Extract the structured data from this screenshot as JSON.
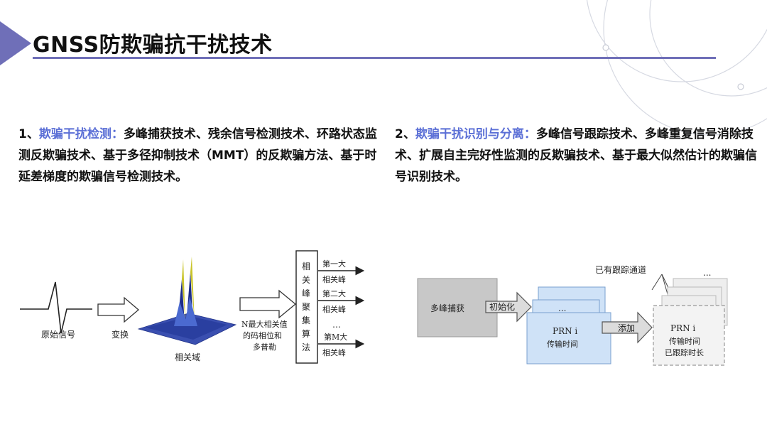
{
  "title": "GNSS防欺骗抗干扰技术",
  "points": [
    {
      "number": "1、",
      "heading": "欺骗干扰检测：",
      "body": "多峰捕获技术、残余信号检测技术、环路状态监测反欺骗技术、基于多径抑制技术（MMT）的反欺骗方法、基于时延差梯度的欺骗信号检测技术。"
    },
    {
      "number": "2、",
      "heading": "欺骗干扰识别与分离：",
      "body": "多峰信号跟踪技术、多峰重复信号消除技术、扩展自主完好性监测的反欺骗技术、基于最大似然估计的欺骗信号识别技术。"
    }
  ],
  "diagram1": {
    "signal_label": "原始信号",
    "transform_label": "变换",
    "domain_label": "相关域",
    "output_line1": "N最大相关值",
    "output_line2": "的码相位和",
    "output_line3": "多普勒",
    "algorithm_chars": [
      "相",
      "关",
      "峰",
      "聚",
      "集",
      "算",
      "法"
    ],
    "peak1_line1": "第一大",
    "peak1_line2": "相关峰",
    "peak2_line1": "第二大",
    "peak2_line2": "相关峰",
    "ellipsis": "…",
    "peakm_line1": "第M大",
    "peakm_line2": "相关峰"
  },
  "diagram2": {
    "acquisition_label": "多峰捕获",
    "init_label": "初始化",
    "dots": "...",
    "prn_label": "PRN i",
    "transmit_label": "传输时间",
    "add_label": "添加",
    "tracked_channels_label": "已有跟踪通道",
    "prn_label_right": "PRN i",
    "transmit_label_right": "传输时间",
    "tracked_time_label": "已跟踪时长"
  },
  "colors": {
    "accent": "#5b6fd6",
    "header_bar": "#6f6fb8",
    "gray_box": "#c8c8c8",
    "blue_box": "#cfe2f7",
    "surface_blue": "#2a3fa0"
  }
}
